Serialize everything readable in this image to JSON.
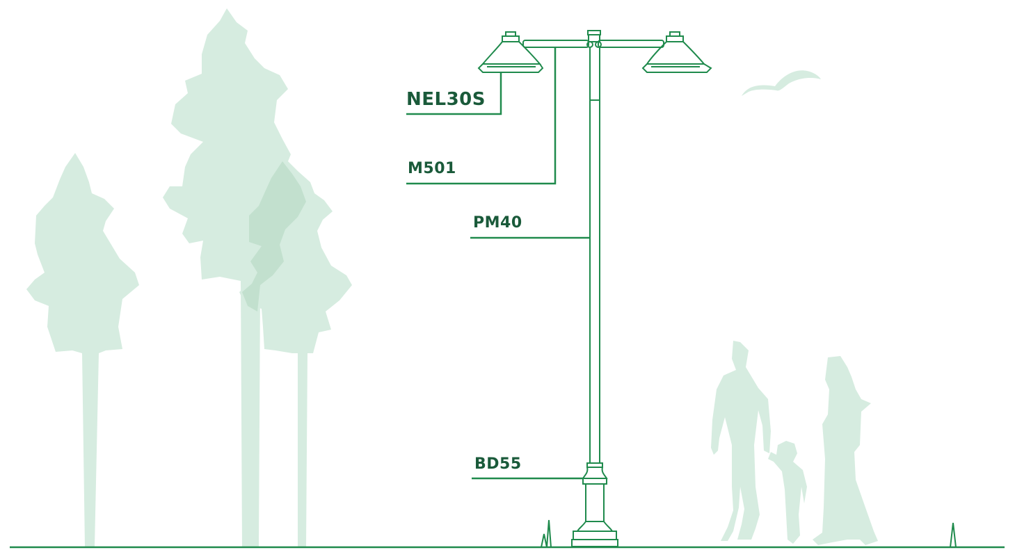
{
  "labels": {
    "luminaire": "NEL30S",
    "arm": "M501",
    "pole": "PM40",
    "base": "BD55"
  },
  "colors": {
    "line": "#1f8a4c",
    "label_text": "#1a5a3a",
    "foliage": "#d6ece0",
    "foliage_dark": "#b9dcc6",
    "people": "#d6ece0"
  },
  "icons": [
    "tree-icon",
    "tree-icon",
    "tree-icon",
    "bird-icon",
    "man-icon",
    "child-icon",
    "woman-icon",
    "grass-icon"
  ]
}
